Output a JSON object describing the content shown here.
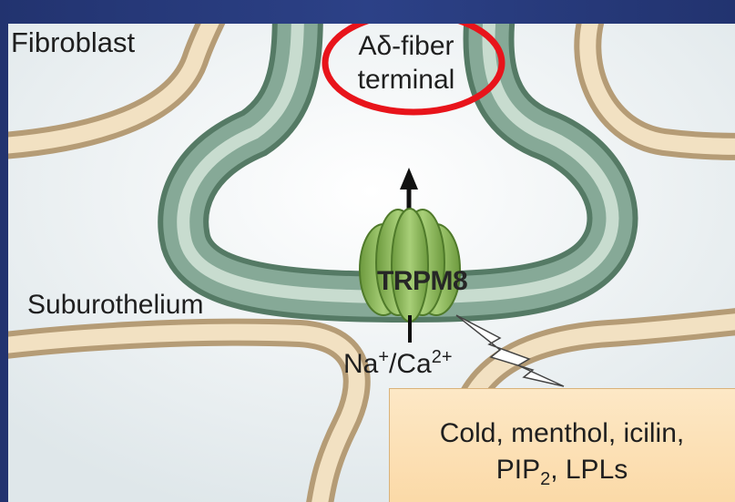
{
  "labels": {
    "fibroblast": "Fibroblast",
    "fiber_line1": "Aδ-fiber",
    "fiber_line2": "terminal",
    "suburothelium": "Suburothelium",
    "channel": "TRPM8",
    "ions_na": "Na",
    "ions_na_sup": "+",
    "ions_sep": "/Ca",
    "ions_ca_sup": "2+"
  },
  "stimuli": {
    "line1": "Cold, menthol, icilin,",
    "line2_pre": "PIP",
    "line2_sub": "2",
    "line2_post": ", LPLs"
  },
  "colors": {
    "background": "#2a3e7e",
    "fiber": "#7a9e8c",
    "cell_outline": "#cfb895",
    "channel": "#7aa84a",
    "highlight_circle": "#e8141b",
    "stimulus_box": "#fbd9a6"
  }
}
